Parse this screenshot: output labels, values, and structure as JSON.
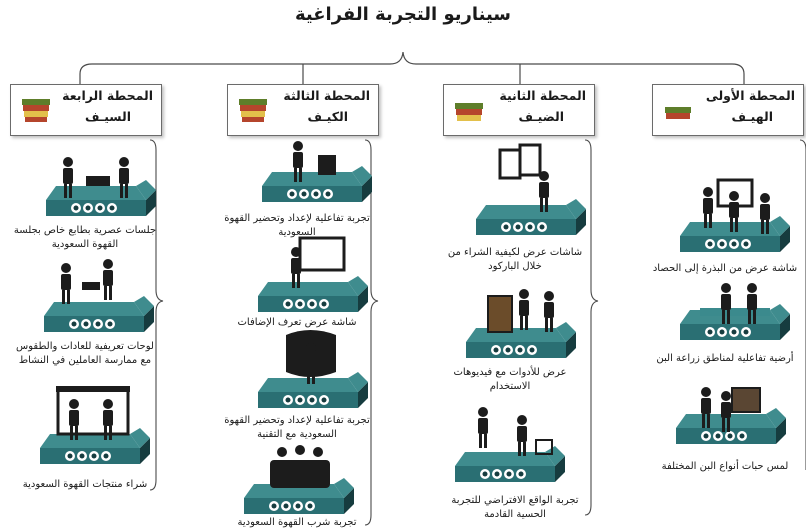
{
  "title": "سيناريو التجربة الفراغية",
  "stations": [
    {
      "title": "المحطة الأولى",
      "subtitle": "الهيـف",
      "items": [
        {
          "caption": "شاشة عرض من البذرة إلى الحصاد"
        },
        {
          "caption": "أرضية تفاعلية لمناطق زراعة البن"
        },
        {
          "caption": "لمس حبات أنواع البن المختلفة"
        }
      ]
    },
    {
      "title": "المحطة الثانية",
      "subtitle": "الضيـف",
      "items": [
        {
          "caption": "شاشات عرض لكيفية الشراء من خلال الباركود"
        },
        {
          "caption": "عرض للأدوات مع فيديوهات الاستخدام"
        },
        {
          "caption": "تجربة الواقع الافتراضي للتجربة الحسية القادمة"
        }
      ]
    },
    {
      "title": "المحطة الثالثة",
      "subtitle": "الكيـف",
      "items": [
        {
          "caption": "تجربة تفاعلية لإعداد وتحضير القهوة السعودية"
        },
        {
          "caption": "شاشة عرض تعرف الإضافات"
        },
        {
          "caption": "تجربة تفاعلية لإعداد وتحضير القهوة السعودية مع التقنية"
        },
        {
          "caption": "تجربة شرب القهوة السعودية"
        }
      ]
    },
    {
      "title": "المحطة الرابعة",
      "subtitle": "السيـف",
      "items": [
        {
          "caption": "جلسات عصرية بطابع خاص بجلسة القهوة السعودية"
        },
        {
          "caption": "لوحات تعريفية للعادات والطقوس مع ممارسة العاملين في النشاط"
        },
        {
          "caption": "شراء منتجات القهوة السعودية"
        }
      ]
    }
  ],
  "colors": {
    "platform_top": "#3f8c8e",
    "platform_front": "#2a6f73",
    "platform_dark": "#163c3f",
    "figure": "#1c1c1c",
    "line": "#4a4a4a",
    "cup_red": "#b5452c",
    "cup_green": "#5e7e2a",
    "cup_yellow": "#e3c04b"
  }
}
